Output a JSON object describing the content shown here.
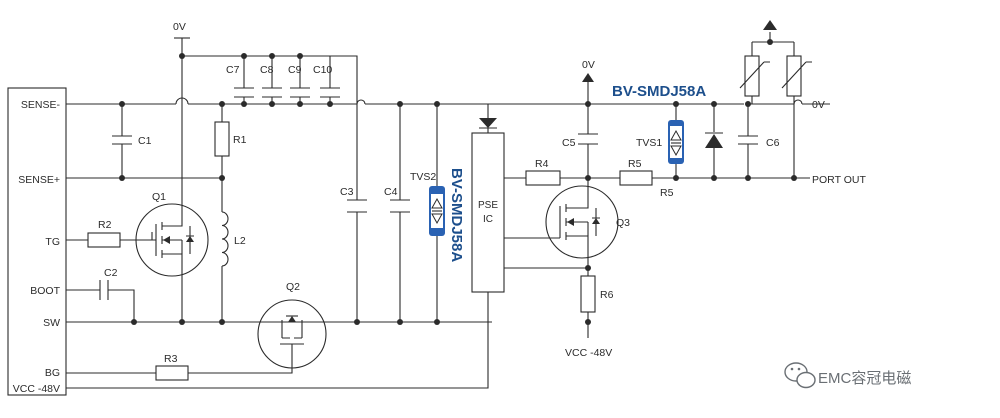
{
  "colors": {
    "wire": "#2b2b2b",
    "accent": "#1d4f8c",
    "tvs_body": "#2a62b3"
  },
  "pins": {
    "sense_minus": "SENSE-",
    "sense_plus": "SENSE+",
    "tg": "TG",
    "boot": "BOOT",
    "sw": "SW",
    "bg": "BG",
    "vcc": "VCC -48V"
  },
  "components": {
    "ov_top": "0V",
    "ov_mid": "0V",
    "ov_right": "0V",
    "c7": "C7",
    "c8": "C8",
    "c9": "C9",
    "c10": "C10",
    "c1": "C1",
    "c2": "C2",
    "c3": "C3",
    "c4": "C4",
    "c5": "C5",
    "c6": "C6",
    "r1": "R1",
    "r2": "R2",
    "r3": "R3",
    "r4": "R4",
    "r5": "R5",
    "r5b": "R5",
    "r6": "R6",
    "l2": "L2",
    "q1": "Q1",
    "q2": "Q2",
    "q3": "Q3",
    "tvs1": "TVS1",
    "tvs2": "TVS2",
    "pse_line1": "PSE",
    "pse_line2": "IC",
    "port_out": "PORT OUT",
    "vcc_bottom": "VCC -48V"
  },
  "parts": {
    "tvs1_part": "BV-SMDJ58A",
    "tvs2_part": "BV-SMDJ58A"
  },
  "watermark": {
    "text": "EMC容冠电磁",
    "icon": "wechat-icon"
  }
}
